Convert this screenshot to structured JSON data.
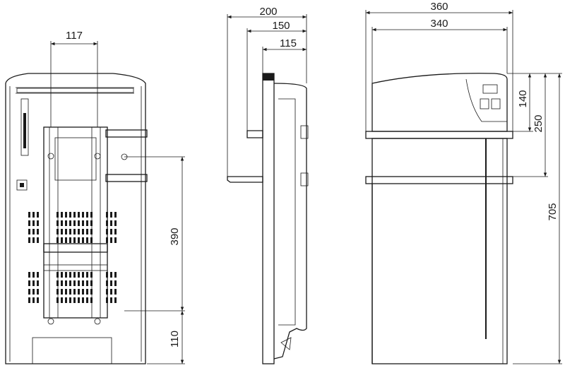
{
  "dimensions": {
    "front_bracket_width": "117",
    "front_mount_height": "390",
    "front_bottom_offset": "110",
    "side_depth_total": "200",
    "side_depth_mid": "150",
    "side_depth_bracket": "115",
    "rear_width_outer": "360",
    "rear_width_inner": "340",
    "rear_top_height": "140",
    "rear_bracket_height": "250",
    "rear_total_height": "705"
  }
}
